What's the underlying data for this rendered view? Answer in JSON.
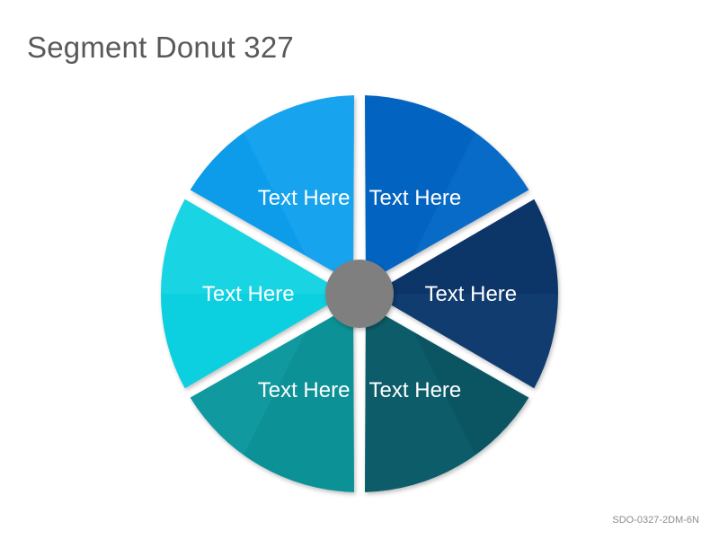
{
  "title": "Segment Donut 327",
  "footer_code": "SDO-0327-2DM-6N",
  "diagram": {
    "segments": [
      {
        "label": "Text Here",
        "color": "#0563C1",
        "color_light": "#1A7AD6"
      },
      {
        "label": "Text Here",
        "color": "#0A3468",
        "color_light": "#14487F"
      },
      {
        "label": "Text Here",
        "color": "#075563",
        "color_light": "#0D6A78"
      },
      {
        "label": "Text Here",
        "color": "#0A9196",
        "color_light": "#14A8AC"
      },
      {
        "label": "Text Here",
        "color": "#0ACFDF",
        "color_light": "#30DCE8"
      },
      {
        "label": "Text Here",
        "color": "#0B9CEA",
        "color_light": "#2AB0F2"
      }
    ],
    "hub_color": "#7F7F7F"
  }
}
